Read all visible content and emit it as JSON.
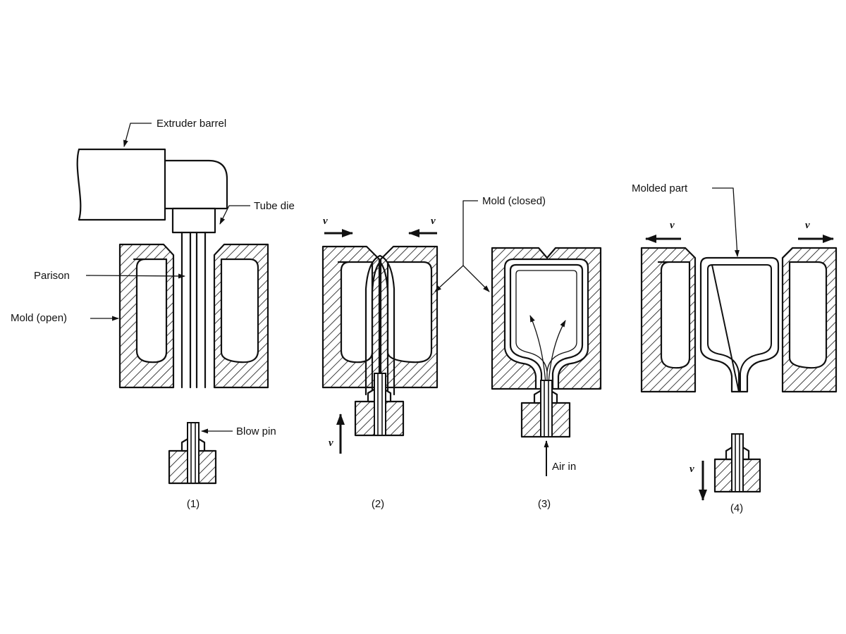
{
  "labels": {
    "extruder_barrel": "Extruder barrel",
    "tube_die": "Tube die",
    "parison": "Parison",
    "mold_open": "Mold (open)",
    "blow_pin": "Blow pin",
    "mold_closed": "Mold (closed)",
    "air_in": "Air in",
    "molded_part": "Molded part"
  },
  "velocity_symbol": "v",
  "steps": [
    "(1)",
    "(2)",
    "(3)",
    "(4)"
  ]
}
